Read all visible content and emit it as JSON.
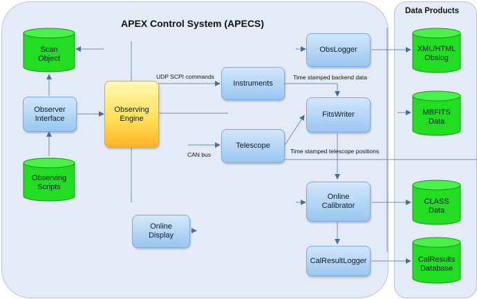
{
  "main_title": "APEX Control System (APECS)",
  "side_title": "Data Products",
  "boxes": {
    "obs_interface": "Observer\nInterface",
    "engine": "Observing\nEngine",
    "instruments": "Instruments",
    "telescope": "Telescope",
    "online_display": "Online\nDisplay",
    "obslogger": "ObsLogger",
    "fitswriter": "FitsWriter",
    "calibrator": "Online\nCalibrator",
    "calresultlogger": "CalResultLogger"
  },
  "databases": {
    "scan_object": "Scan\nObject",
    "observing_scripts": "Observing\nScripts",
    "xml_html": "XML/HTML\nObslog",
    "mbfits": "MBFITS\nData",
    "class_data": "CLASS\nData",
    "calresults": "CalResults\nDatabase"
  },
  "labels": {
    "udp": "UDP SCPI commands",
    "can": "CAN bus",
    "backend": "Time stamped backend data",
    "telpos": "Time stamped telescope positions"
  },
  "colors": {
    "panel": "#e4ebf6",
    "box": "#9ac6f0",
    "engine": "#ffe15a",
    "database": "#22dd22",
    "line": "#5a7fa8"
  }
}
